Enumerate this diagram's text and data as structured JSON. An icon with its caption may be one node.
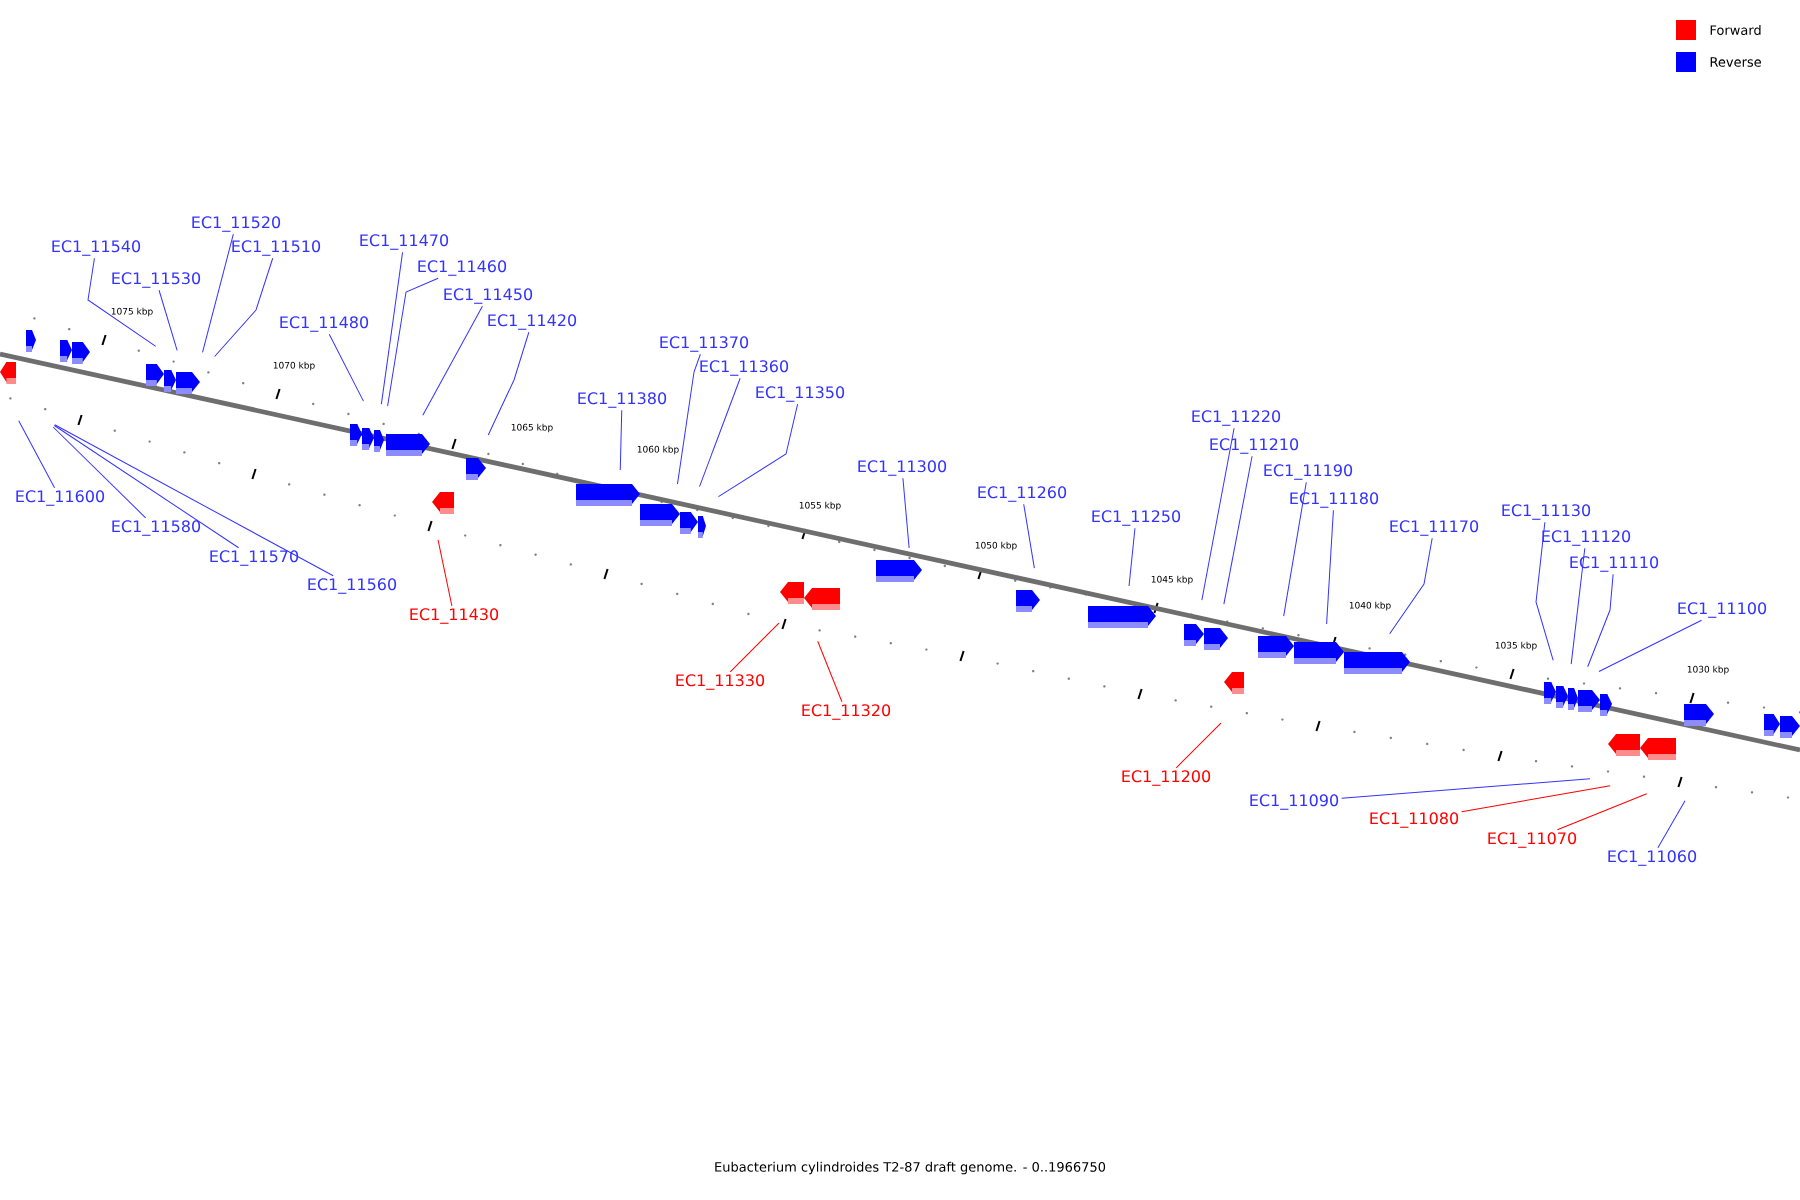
{
  "diagram": {
    "caption": "Eubacterium cylindroides T2-87 draft genome. - 0..1966750",
    "nodes": [
      {
        "text": [
          "EC1_11540"
        ]
      },
      {
        "text": [
          "EC1_11520"
        ]
      },
      {
        "text": [
          "EC1_11530"
        ]
      },
      {
        "text": [
          "EC1_11510"
        ]
      },
      {
        "text": [
          "EC1_11470"
        ]
      },
      {
        "text": [
          "EC1_11460"
        ]
      },
      {
        "text": [
          "EC1_11450"
        ]
      },
      {
        "text": [
          "EC1_11480"
        ]
      },
      {
        "text": [
          "EC1_11420"
        ]
      },
      {
        "text": [
          "EC1_11370"
        ]
      },
      {
        "text": [
          "EC1_11360"
        ]
      },
      {
        "text": [
          "EC1_11380"
        ]
      },
      {
        "text": [
          "EC1_11350"
        ]
      },
      {
        "text": [
          "EC1_11300"
        ]
      },
      {
        "text": [
          "EC1_11260"
        ]
      },
      {
        "text": [
          "EC1_11250"
        ]
      },
      {
        "text": [
          "EC1_11220"
        ]
      },
      {
        "text": [
          "EC1_11210"
        ]
      },
      {
        "text": [
          "EC1_11190"
        ]
      },
      {
        "text": [
          "EC1_11180"
        ]
      },
      {
        "text": [
          "EC1_11170"
        ]
      },
      {
        "text": [
          "EC1_11130"
        ]
      },
      {
        "text": [
          "EC1_11120"
        ]
      },
      {
        "text": [
          "EC1_11110"
        ]
      },
      {
        "text": [
          "EC1_11100"
        ]
      },
      {
        "text": [
          "EC1_11600"
        ]
      },
      {
        "text": [
          "EC1_11580"
        ]
      },
      {
        "text": [
          "EC1_11570"
        ]
      },
      {
        "text": [
          "EC1_11560"
        ]
      },
      {
        "text": [
          "EC1_11430"
        ]
      },
      {
        "text": [
          "EC1_11330"
        ]
      },
      {
        "text": [
          "EC1_11320"
        ]
      },
      {
        "text": [
          "EC1_11200"
        ]
      },
      {
        "text": [
          "EC1_11090"
        ]
      },
      {
        "text": [
          "EC1_11080"
        ]
      },
      {
        "text": [
          "EC1_11070"
        ]
      },
      {
        "text": [
          "EC1_11060"
        ]
      }
    ],
    "edges": [
      {
        "from": 0,
        "to": null,
        "arrow": "none"
      },
      {
        "from": 1,
        "to": null,
        "arrow": "none"
      },
      {
        "from": 2,
        "to": null,
        "arrow": "none"
      },
      {
        "from": 3,
        "to": null,
        "arrow": "none"
      },
      {
        "from": 4,
        "to": null,
        "arrow": "none"
      },
      {
        "from": 5,
        "to": null,
        "arrow": "none"
      },
      {
        "from": 6,
        "to": null,
        "arrow": "none"
      },
      {
        "from": 7,
        "to": null,
        "arrow": "none"
      },
      {
        "from": 8,
        "to": null,
        "arrow": "none"
      },
      {
        "from": 9,
        "to": null,
        "arrow": "none"
      },
      {
        "from": 10,
        "to": null,
        "arrow": "none"
      },
      {
        "from": 11,
        "to": null,
        "arrow": "none"
      },
      {
        "from": 12,
        "to": null,
        "arrow": "none"
      },
      {
        "from": 13,
        "to": null,
        "arrow": "none"
      },
      {
        "from": 14,
        "to": null,
        "arrow": "none"
      },
      {
        "from": 15,
        "to": null,
        "arrow": "none"
      },
      {
        "from": 16,
        "to": null,
        "arrow": "none"
      },
      {
        "from": 17,
        "to": null,
        "arrow": "none"
      },
      {
        "from": 18,
        "to": null,
        "arrow": "none"
      },
      {
        "from": 19,
        "to": null,
        "arrow": "none"
      },
      {
        "from": 20,
        "to": null,
        "arrow": "none"
      },
      {
        "from": 21,
        "to": null,
        "arrow": "none"
      },
      {
        "from": 22,
        "to": null,
        "arrow": "none"
      },
      {
        "from": 23,
        "to": null,
        "arrow": "none"
      },
      {
        "from": 24,
        "to": null,
        "arrow": "none"
      },
      {
        "from": 25,
        "to": null,
        "arrow": "none"
      },
      {
        "from": 26,
        "to": null,
        "arrow": "none"
      },
      {
        "from": 27,
        "to": null,
        "arrow": "none"
      },
      {
        "from": 28,
        "to": null,
        "arrow": "none"
      },
      {
        "from": 29,
        "to": null,
        "arrow": "none",
        "color": "#ff0000"
      },
      {
        "from": 30,
        "to": null,
        "arrow": "none",
        "color": "#ff0000"
      },
      {
        "from": 31,
        "to": null,
        "arrow": "none",
        "color": "#ff0000"
      },
      {
        "from": 32,
        "to": null,
        "arrow": "none",
        "color": "#ff0000"
      },
      {
        "from": 33,
        "to": null,
        "arrow": "none"
      },
      {
        "from": 34,
        "to": null,
        "arrow": "none",
        "color": "#ff0000"
      },
      {
        "from": 35,
        "to": null,
        "arrow": "none",
        "color": "#ff0000"
      },
      {
        "from": 36,
        "to": null,
        "arrow": "none"
      }
    ],
    "labels": [
      "1075 kbp",
      "1070 kbp",
      "1065 kbp",
      "1060 kbp",
      "1055 kbp",
      "1050 kbp",
      "1045 kbp",
      "1040 kbp",
      "1035 kbp",
      "1030 kbp"
    ],
    "legend": [
      {
        "text": "Forward",
        "color": "#ff0000"
      },
      {
        "text": "Reverse",
        "color": "#0000ff"
      }
    ]
  }
}
